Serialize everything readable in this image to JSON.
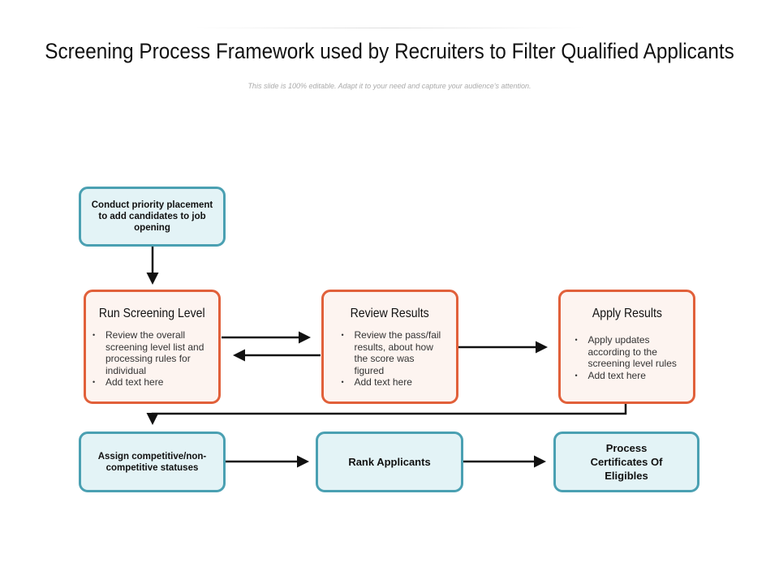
{
  "title": "Screening Process Framework used by Recruiters to Filter Qualified Applicants",
  "subtitle": "This slide is 100% editable. Adapt it to your need and capture your audience's attention.",
  "top_box": "Conduct priority placement to add candidates to job opening",
  "steps": [
    {
      "title": "Run Screening Level",
      "bullets": [
        "Review the overall screening level list and processing rules for individual",
        "Add text here"
      ]
    },
    {
      "title": "Review Results",
      "bullets": [
        "Review the pass/fail results, about how the score was figured",
        "Add text here"
      ]
    },
    {
      "title": "Apply Results",
      "bullets": [
        "Apply updates according to the screening level rules",
        "Add text here"
      ]
    }
  ],
  "bottom_boxes": [
    "Assign competitive/non-competitive statuses",
    "Rank Applicants",
    "Process Certificates Of Eligibles"
  ],
  "colors": {
    "teal": "#4aa0b2",
    "orange": "#e1603a"
  }
}
